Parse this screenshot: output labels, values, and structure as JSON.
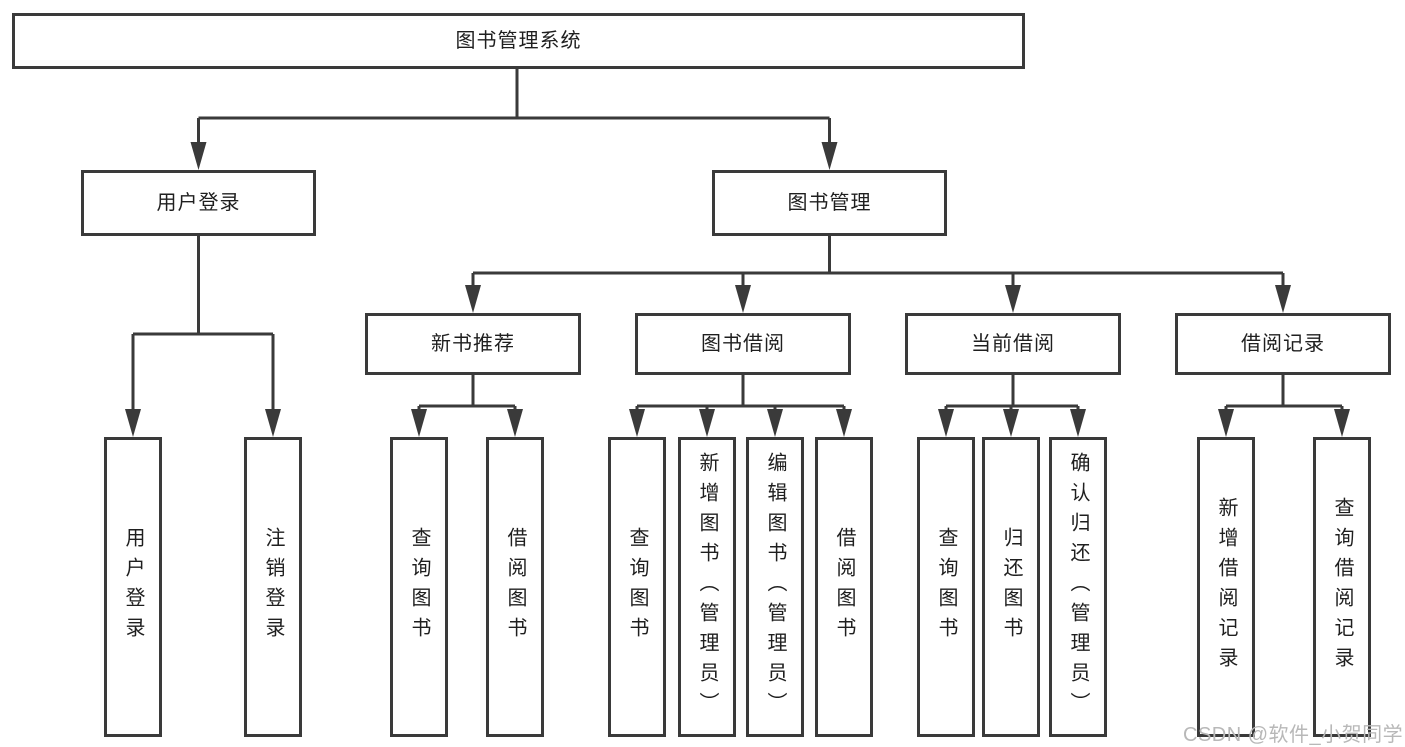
{
  "tree": {
    "label": "图书管理系统",
    "children": [
      {
        "label": "用户登录",
        "children": [
          {
            "label": "用户登录"
          },
          {
            "label": "注销登录"
          }
        ]
      },
      {
        "label": "图书管理",
        "children": [
          {
            "label": "新书推荐",
            "children": [
              {
                "label": "查询图书"
              },
              {
                "label": "借阅图书"
              }
            ]
          },
          {
            "label": "图书借阅",
            "children": [
              {
                "label": "查询图书"
              },
              {
                "label": "新增图书（管理员）"
              },
              {
                "label": "编辑图书（管理员）"
              },
              {
                "label": "借阅图书"
              }
            ]
          },
          {
            "label": "当前借阅",
            "children": [
              {
                "label": "查询图书"
              },
              {
                "label": "归还图书"
              },
              {
                "label": "确认归还（管理员）"
              }
            ]
          },
          {
            "label": "借阅记录",
            "children": [
              {
                "label": "新增借阅记录"
              },
              {
                "label": "查询借阅记录"
              }
            ]
          }
        ]
      }
    ]
  },
  "watermark": {
    "text": "CSDN @软件_小贺同学"
  },
  "colors": {
    "line": "#3a3a3a",
    "text": "#1f1f1f",
    "background": "#ffffff",
    "watermark": "#b8b8b8"
  }
}
